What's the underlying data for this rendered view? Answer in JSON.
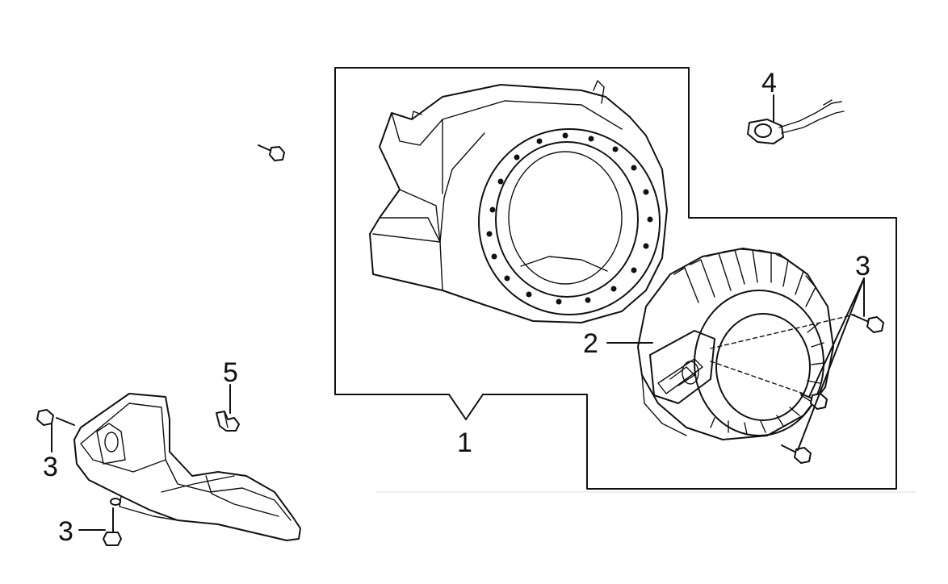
{
  "callouts": {
    "fan_cover": "1",
    "recoil_starter": "2",
    "bolt_starter": "3",
    "bolt_shield_left": "3",
    "bolt_shield_bottom": "3",
    "oil_alert_switch": "4",
    "clip": "5"
  }
}
